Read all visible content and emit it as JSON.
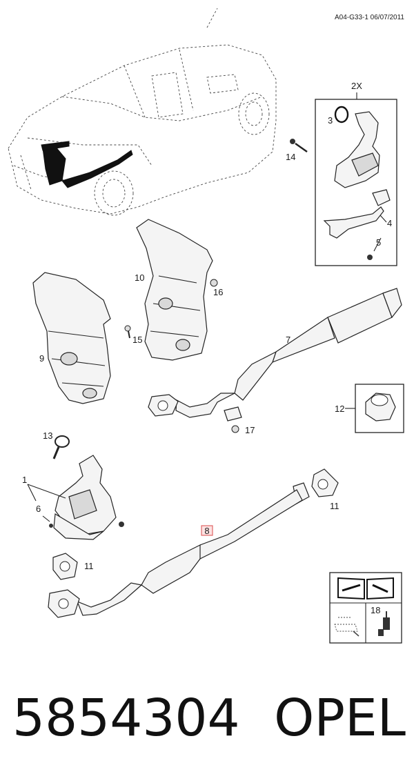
{
  "diagram": {
    "reference": "A04-G33-1 06/07/2011",
    "kit_qty": "2X",
    "labels": {
      "l1": "1",
      "l3": "3",
      "l4": "4",
      "l5": "5",
      "l6": "6",
      "l7": "7",
      "l8": "8",
      "l9": "9",
      "l10": "10",
      "l11a": "11",
      "l11b": "11",
      "l12": "12",
      "l13": "13",
      "l14": "14",
      "l15": "15",
      "l16": "16",
      "l17": "17",
      "l18": "18"
    },
    "part_number": "5854304",
    "brand": "OPEL",
    "colors": {
      "highlight_box": "#e06666",
      "highlight_fill": "#fde2e2",
      "line": "#222222"
    },
    "icons": [
      "manual-icon",
      "oil-drain-icon",
      "sensor-icon"
    ]
  }
}
